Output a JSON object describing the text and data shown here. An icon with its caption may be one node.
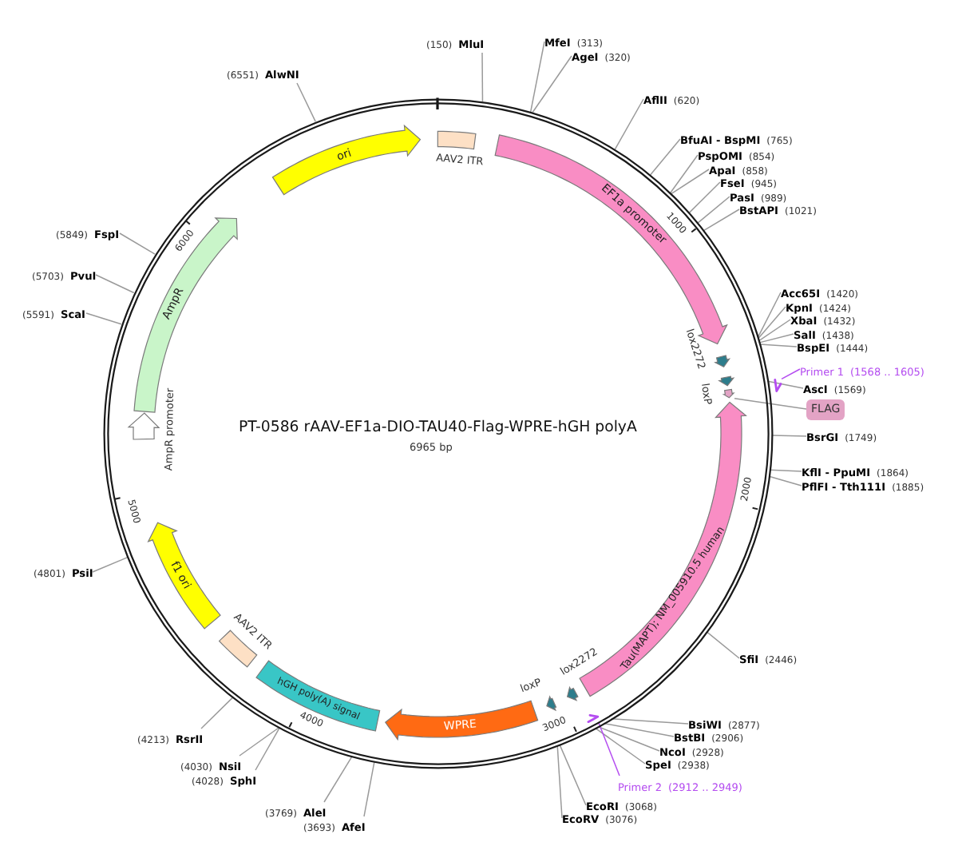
{
  "diagram": {
    "title": "PT-0586 rAAV-EF1a-DIO-TAU40-Flag-WPRE-hGH polyA",
    "nodes": [
      {
        "text": [],
        "shape": "circle"
      },
      {
        "text": [
          "AAV2 ITR"
        ],
        "in": 0
      },
      {
        "text": [
          "(150)",
          "MluI"
        ]
      },
      {
        "text": [
          "EF1a promoter"
        ],
        "in": 0
      },
      {
        "text": [
          "MfeI",
          "(313)"
        ]
      },
      {
        "text": [
          "AgeI",
          "(320)"
        ]
      },
      {
        "text": [
          "AflII",
          "(620)"
        ]
      },
      {
        "text": [
          "BfuAI - BspMI",
          "(765)"
        ]
      },
      {
        "text": [
          "PspOMI",
          "(854)"
        ]
      },
      {
        "text": [
          "ApaI",
          "(858)"
        ]
      },
      {
        "text": [
          "FseI",
          "(945)"
        ]
      },
      {
        "text": [
          "PasI",
          "(989)"
        ]
      },
      {
        "text": [
          "BstAPI",
          "(1021)"
        ]
      },
      {
        "text": [
          "Acc65I",
          "(1420)"
        ]
      },
      {
        "text": [
          "KpnI",
          "(1424)"
        ]
      },
      {
        "text": [
          "XbaI",
          "(1432)"
        ]
      },
      {
        "text": [
          "SalI",
          "(1438)"
        ]
      },
      {
        "text": [
          "BspEI",
          "(1444)"
        ]
      },
      {
        "text": [
          "lox2272"
        ],
        "in": 0
      },
      {
        "text": [
          "Primer 1",
          "(1568 .. 1605)"
        ]
      },
      {
        "text": [],
        "shape": "arrow"
      },
      {
        "text": [
          "AscI",
          "(1569)"
        ]
      },
      {
        "text": [
          "loxP"
        ],
        "in": 0
      },
      {
        "text": [],
        "shape": "arrow",
        "in": 0
      },
      {
        "text": [
          "FLAG"
        ]
      },
      {
        "text": [
          "Tau(MAPT); NM_005910.5 human"
        ],
        "in": 0
      },
      {
        "text": [
          "BsrGI",
          "(1749)"
        ]
      },
      {
        "text": [
          "KflI - PpuMI",
          "(1864)"
        ]
      },
      {
        "text": [
          "PflFI - Tth111I",
          "(1885)"
        ]
      },
      {
        "text": [
          "SfiI",
          "(2446)"
        ]
      },
      {
        "text": [
          "BsiWI",
          "(2877)"
        ]
      },
      {
        "text": [
          "BstBI",
          "(2906)"
        ]
      },
      {
        "text": [
          "NcoI",
          "(2928)"
        ]
      },
      {
        "text": [
          "SpeI",
          "(2938)"
        ]
      },
      {
        "text": [],
        "shape": "arrow",
        "in": 0
      },
      {
        "text": [
          "Primer 2",
          "(2912 .. 2949)"
        ]
      },
      {
        "text": [
          "lox2272"
        ],
        "in": 0
      },
      {
        "text": [
          "loxP"
        ],
        "in": 0
      },
      {
        "text": [
          "EcoRI",
          "(3068)"
        ]
      },
      {
        "text": [
          "EcoRV",
          "(3076)"
        ]
      },
      {
        "text": [
          "WPRE"
        ],
        "in": 0
      },
      {
        "text": [
          "(3693)",
          "AfeI"
        ]
      },
      {
        "text": [
          "hGH poly(A) signal"
        ],
        "in": 0
      },
      {
        "text": [
          "(3769)",
          "AleI"
        ]
      },
      {
        "text": [
          "(4028)",
          "SphI"
        ]
      },
      {
        "text": [
          "(4030)",
          "NsiI"
        ]
      },
      {
        "text": [
          "(4213)",
          "RsrII"
        ]
      },
      {
        "text": [
          "AAV2 ITR"
        ],
        "in": 0
      },
      {
        "text": [
          "f1 ori"
        ],
        "in": 0
      },
      {
        "text": [
          "(4801)",
          "PsiI"
        ]
      },
      {
        "text": [
          "AmpR promoter"
        ],
        "in": 0
      },
      {
        "text": [
          "AmpR"
        ],
        "in": 0
      },
      {
        "text": [
          "(5591)",
          "ScaI"
        ]
      },
      {
        "text": [
          "(5703)",
          "PvuI"
        ]
      },
      {
        "text": [
          "(5849)",
          "FspI"
        ]
      },
      {
        "text": [
          "ori"
        ],
        "in": 0
      },
      {
        "text": [
          "(6551)",
          "AlwNI"
        ]
      }
    ],
    "edges": [
      {
        "from": 2,
        "to": 0,
        "arrow": "none"
      },
      {
        "from": 4,
        "to": 0,
        "arrow": "none"
      },
      {
        "from": 5,
        "to": 0,
        "arrow": "none"
      },
      {
        "from": 6,
        "to": 0,
        "arrow": "none"
      },
      {
        "from": 7,
        "to": 0,
        "arrow": "none"
      },
      {
        "from": 8,
        "to": 0,
        "arrow": "none"
      },
      {
        "from": 9,
        "to": 0,
        "arrow": "none"
      },
      {
        "from": 10,
        "to": 0,
        "arrow": "none"
      },
      {
        "from": 11,
        "to": 0,
        "arrow": "none"
      },
      {
        "from": 12,
        "to": 0,
        "arrow": "none"
      },
      {
        "from": 13,
        "to": 0,
        "arrow": "none"
      },
      {
        "from": 14,
        "to": 0,
        "arrow": "none"
      },
      {
        "from": 15,
        "to": 0,
        "arrow": "none"
      },
      {
        "from": 16,
        "to": 0,
        "arrow": "none"
      },
      {
        "from": 17,
        "to": 0,
        "arrow": "none"
      },
      {
        "from": 19,
        "to": 20,
        "arrow": "none",
        "color": "#b44cf0"
      },
      {
        "from": 21,
        "to": 0,
        "arrow": "none"
      },
      {
        "from": 24,
        "to": 23,
        "arrow": "none"
      },
      {
        "from": 26,
        "to": 0,
        "arrow": "none"
      },
      {
        "from": 27,
        "to": 0,
        "arrow": "none"
      },
      {
        "from": 28,
        "to": 0,
        "arrow": "none"
      },
      {
        "from": 29,
        "to": 0,
        "arrow": "none"
      },
      {
        "from": 30,
        "to": 0,
        "arrow": "none"
      },
      {
        "from": 31,
        "to": 0,
        "arrow": "none"
      },
      {
        "from": 32,
        "to": 0,
        "arrow": "none"
      },
      {
        "from": 33,
        "to": 0,
        "arrow": "none"
      },
      {
        "from": 35,
        "to": 34,
        "arrow": "none",
        "color": "#b44cf0"
      },
      {
        "from": 38,
        "to": 0,
        "arrow": "none"
      },
      {
        "from": 39,
        "to": 0,
        "arrow": "none"
      },
      {
        "from": 41,
        "to": 0,
        "arrow": "none"
      },
      {
        "from": 43,
        "to": 0,
        "arrow": "none"
      },
      {
        "from": 44,
        "to": 0,
        "arrow": "none"
      },
      {
        "from": 45,
        "to": 0,
        "arrow": "none"
      },
      {
        "from": 46,
        "to": 0,
        "arrow": "none"
      },
      {
        "from": 49,
        "to": 0,
        "arrow": "none"
      },
      {
        "from": 52,
        "to": 0,
        "arrow": "none"
      },
      {
        "from": 53,
        "to": 0,
        "arrow": "none"
      },
      {
        "from": 54,
        "to": 0,
        "arrow": "none"
      },
      {
        "from": 56,
        "to": 0,
        "arrow": "none"
      }
    ],
    "labels": [
      "1000",
      "2000",
      "3000",
      "4000",
      "5000",
      "6000",
      "6965 bp"
    ]
  }
}
